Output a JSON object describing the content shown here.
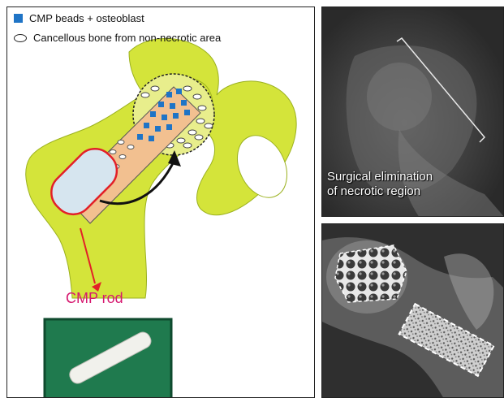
{
  "legend": {
    "items": [
      {
        "label": "CMP beads + osteoblast",
        "icon": "blue-square-icon",
        "color": "#1f74c6"
      },
      {
        "label": "Cancellous bone from non-necrotic area",
        "icon": "ellipse-outline-icon"
      }
    ]
  },
  "diagram": {
    "rod_label": "CMP rod",
    "colors": {
      "bone": "#d4e43a",
      "bone_edge": "#9bb11f",
      "rod_outline": "#e22028",
      "rod_fill": "#d6e5ef",
      "channel_fill": "#f2c090",
      "arrow_red": "#e22028",
      "label_pink": "#d6186f",
      "photo_bg": "#1f7a4e"
    }
  },
  "xray_top": {
    "caption_line1": "Surgical elimination",
    "caption_line2": "of necrotic region"
  },
  "xray_bottom": {}
}
